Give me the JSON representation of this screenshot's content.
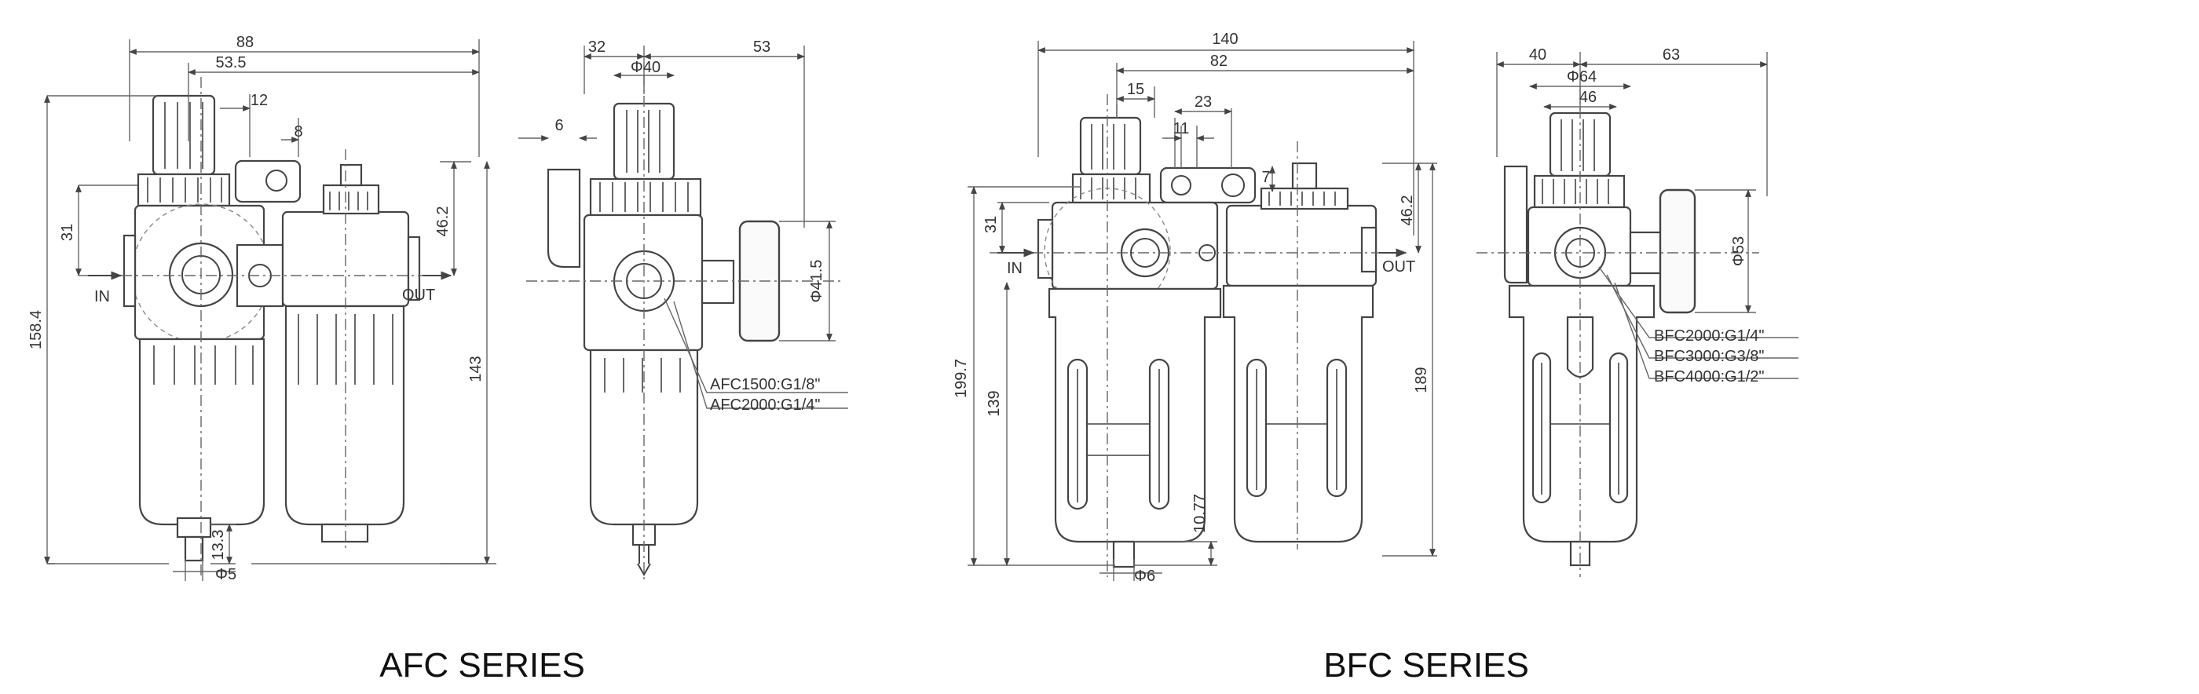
{
  "afc": {
    "label": "AFC SERIES",
    "front": {
      "width_total": "88",
      "width_center": "53.5",
      "offset_a": "12",
      "offset_b": "8",
      "height_port": "31",
      "height_top": "46.2",
      "height_total": "158.4",
      "height_body": "143",
      "drain_h": "13.3",
      "drain_d": "Φ5",
      "in_label": "IN",
      "out_label": "OUT"
    },
    "side": {
      "dim_left": "32",
      "dim_right": "53",
      "knob_d": "Φ40",
      "bracket": "6",
      "gauge_d": "Φ41.5",
      "port_1": "AFC1500:G1/8\"",
      "port_2": "AFC2000:G1/4\""
    }
  },
  "bfc": {
    "label": "BFC SERIES",
    "front": {
      "width_total": "140",
      "width_center": "82",
      "offset_a": "15",
      "offset_b": "23",
      "offset_c": "11",
      "offset_d": "7",
      "height_port": "31",
      "height_top": "46.2",
      "height_total": "199.7",
      "height_body": "139",
      "height_right": "189",
      "drain_h": "10.77",
      "drain_d": "Φ6",
      "in_label": "IN",
      "out_label": "OUT"
    },
    "side": {
      "dim_left": "40",
      "dim_right": "63",
      "knob_d": "Φ64",
      "knob_inner": "46",
      "gauge_d": "Φ53",
      "port_1": "BFC2000:G1/4\"",
      "port_2": "BFC3000:G3/8\"",
      "port_3": "BFC4000:G1/2\""
    }
  }
}
